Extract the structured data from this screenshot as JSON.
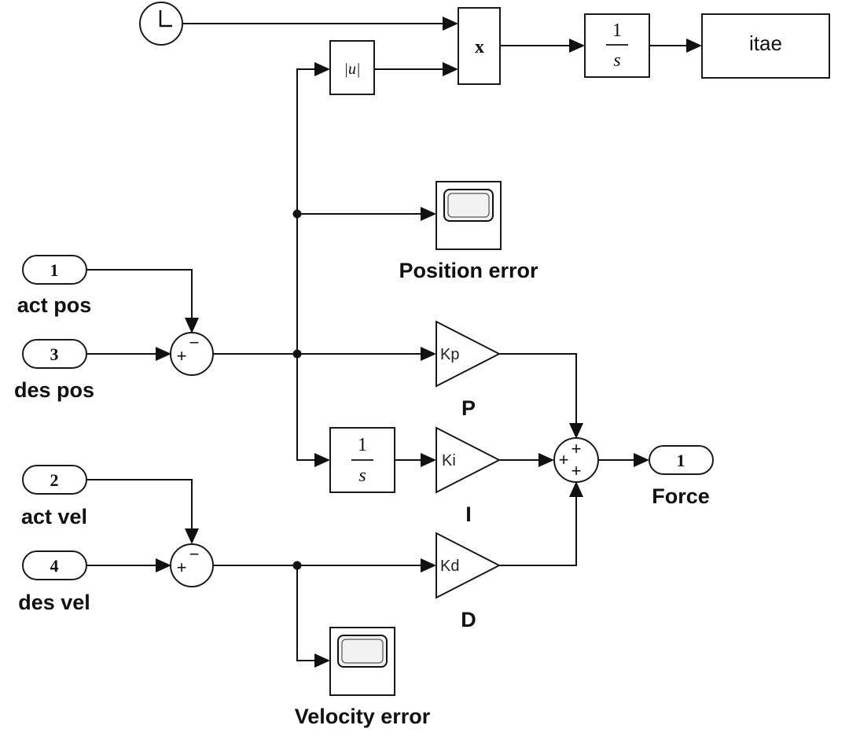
{
  "blocks": {
    "clock": {
      "icon": "clock-icon"
    },
    "abs": {
      "text": "|u|"
    },
    "product": {
      "text": "x"
    },
    "integrator_top": {
      "num": "1",
      "den": "s"
    },
    "itae": {
      "text": "itae"
    },
    "scope_position": {
      "icon": "scope-icon",
      "label": "Position error"
    },
    "scope_velocity": {
      "icon": "scope-icon",
      "label": "Velocity error"
    },
    "inport_act_pos": {
      "number": "1",
      "label": "act pos"
    },
    "inport_des_pos": {
      "number": "3",
      "label": "des pos"
    },
    "inport_act_vel": {
      "number": "2",
      "label": "act vel"
    },
    "inport_des_vel": {
      "number": "4",
      "label": "des vel"
    },
    "sum_pos": {
      "plus": "+",
      "minus": "−"
    },
    "sum_vel": {
      "plus": "+",
      "minus": "−"
    },
    "gain_p": {
      "text": "Kp",
      "label": "P"
    },
    "gain_i": {
      "text": "Ki",
      "label": "I"
    },
    "gain_d": {
      "text": "Kd",
      "label": "D"
    },
    "integrator_i": {
      "num": "1",
      "den": "s"
    },
    "sum_pid": {
      "signs": [
        "+",
        "+",
        "+"
      ]
    },
    "outport_force": {
      "number": "1",
      "label": "Force"
    }
  }
}
